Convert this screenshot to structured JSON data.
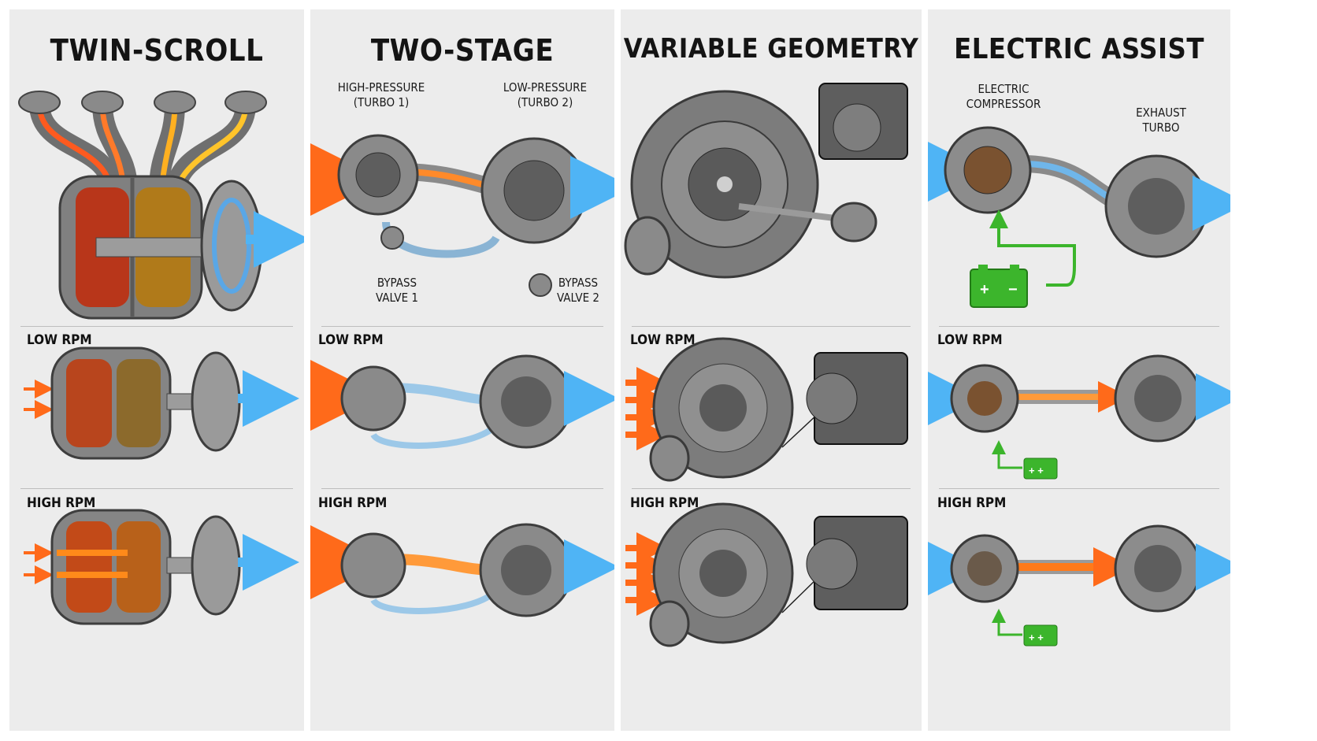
{
  "colors": {
    "hot_exhaust": "#ff5a1f",
    "warm_exhaust": "#ffb020",
    "cool_intake": "#3fa9f5",
    "battery_green": "#3cb52c",
    "metal": "#7a7a7a",
    "panel_bg": "#ececec"
  },
  "panels": [
    {
      "title": "TWIN-SCROLL",
      "rows": [
        {
          "label": "LOW RPM"
        },
        {
          "label": "HIGH RPM"
        }
      ]
    },
    {
      "title": "TWO-STAGE",
      "callouts": {
        "hp": "HIGH-PRESSURE\n(TURBO 1)",
        "lp": "LOW-PRESSURE\n(TURBO 2)",
        "bv1": "BYPASS\nVALVE 1",
        "bv2": "BYPASS\nVALVE 2"
      },
      "rows": [
        {
          "label": "LOW RPM"
        },
        {
          "label": "HIGH RPM"
        }
      ]
    },
    {
      "title": "VARIABLE GEOMETRY",
      "rows": [
        {
          "label": "LOW RPM"
        },
        {
          "label": "HIGH RPM"
        }
      ]
    },
    {
      "title": "ELECTRIC ASSIST",
      "callouts": {
        "ec": "ELECTRIC\nCOMPRESSOR",
        "et": "EXHAUST\nTURBO"
      },
      "battery_symbols": {
        "plus": "+",
        "minus": "−",
        "small": "+ +"
      },
      "rows": [
        {
          "label": "LOW RPM"
        },
        {
          "label": "HIGH RPM"
        }
      ]
    }
  ]
}
